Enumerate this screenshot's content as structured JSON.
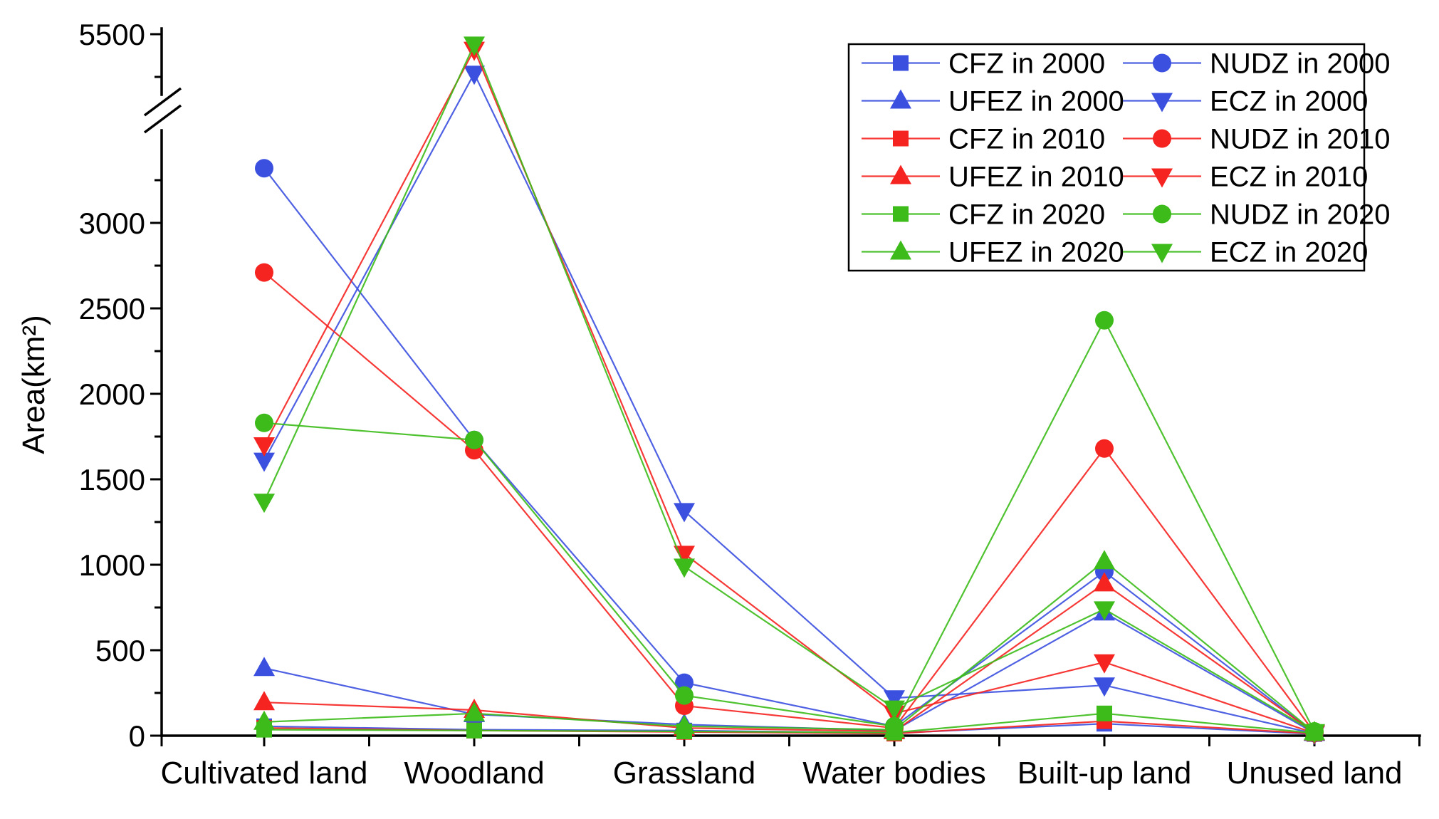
{
  "chart_data": {
    "type": "line",
    "title": "",
    "xlabel": "",
    "ylabel": "Area(km²)",
    "categories": [
      "Cultivated land",
      "Woodland",
      "Grassland",
      "Water bodies",
      "Built-up land",
      "Unused land"
    ],
    "y_axis": {
      "lower_major_ticks": [
        0,
        500,
        1000,
        1500,
        2000,
        2500,
        3000
      ],
      "upper_major_ticks": [
        5500
      ],
      "minor_step": 250,
      "break_between": [
        3500,
        5150
      ],
      "ylim": [
        0,
        5500
      ],
      "grid": false
    },
    "colors": {
      "y2000": "#3C50E0",
      "y2010": "#F52420",
      "y2020": "#3CBB1A"
    },
    "marker_shapes": {
      "CFZ": "square",
      "UFEZ": "triangle-up",
      "NUDZ": "circle",
      "ECZ": "triangle-down"
    },
    "series": [
      {
        "name": "CFZ in 2000",
        "zone": "CFZ",
        "year": 2000,
        "marker": "square",
        "color": "#3C50E0",
        "values": [
          55,
          35,
          30,
          15,
          70,
          10
        ]
      },
      {
        "name": "UFEZ in 2000",
        "zone": "UFEZ",
        "year": 2000,
        "marker": "triangle-up",
        "color": "#3C50E0",
        "values": [
          395,
          125,
          65,
          30,
          720,
          15
        ]
      },
      {
        "name": "NUDZ in 2000",
        "zone": "NUDZ",
        "year": 2000,
        "marker": "circle",
        "color": "#3C50E0",
        "values": [
          3320,
          1730,
          310,
          55,
          960,
          15
        ]
      },
      {
        "name": "ECZ in 2000",
        "zone": "ECZ",
        "year": 2000,
        "marker": "triangle-down",
        "color": "#3C50E0",
        "values": [
          1610,
          5270,
          1315,
          220,
          295,
          12
        ]
      },
      {
        "name": "CFZ in 2010",
        "zone": "CFZ",
        "year": 2010,
        "marker": "square",
        "color": "#F52420",
        "values": [
          45,
          30,
          22,
          12,
          85,
          12
        ]
      },
      {
        "name": "UFEZ in 2010",
        "zone": "UFEZ",
        "year": 2010,
        "marker": "triangle-up",
        "color": "#F52420",
        "values": [
          195,
          150,
          45,
          25,
          890,
          18
        ]
      },
      {
        "name": "NUDZ in 2010",
        "zone": "NUDZ",
        "year": 2010,
        "marker": "circle",
        "color": "#F52420",
        "values": [
          2710,
          1670,
          175,
          45,
          1680,
          18
        ]
      },
      {
        "name": "ECZ in 2010",
        "zone": "ECZ",
        "year": 2010,
        "marker": "triangle-down",
        "color": "#F52420",
        "values": [
          1700,
          5410,
          1065,
          130,
          430,
          15
        ]
      },
      {
        "name": "CFZ in 2020",
        "zone": "CFZ",
        "year": 2020,
        "marker": "square",
        "color": "#3CBB1A",
        "values": [
          35,
          30,
          25,
          18,
          130,
          15
        ]
      },
      {
        "name": "UFEZ in 2020",
        "zone": "UFEZ",
        "year": 2020,
        "marker": "triangle-up",
        "color": "#3CBB1A",
        "values": [
          80,
          130,
          55,
          35,
          1020,
          20
        ]
      },
      {
        "name": "NUDZ in 2020",
        "zone": "NUDZ",
        "year": 2020,
        "marker": "circle",
        "color": "#3CBB1A",
        "values": [
          1830,
          1730,
          235,
          55,
          2430,
          25
        ]
      },
      {
        "name": "ECZ in 2020",
        "zone": "ECZ",
        "year": 2020,
        "marker": "triangle-down",
        "color": "#3CBB1A",
        "values": [
          1370,
          5440,
          990,
          160,
          740,
          22
        ]
      }
    ],
    "legend": {
      "position": "top-right",
      "columns": [
        [
          "CFZ in 2000",
          "UFEZ in 2000",
          "CFZ in 2010",
          "UFEZ in 2010",
          "CFZ in 2020",
          "UFEZ in 2020"
        ],
        [
          "NUDZ in 2000",
          "ECZ in 2000",
          "NUDZ in 2010",
          "ECZ in 2010",
          "NUDZ in 2020",
          "ECZ in 2020"
        ]
      ]
    }
  }
}
